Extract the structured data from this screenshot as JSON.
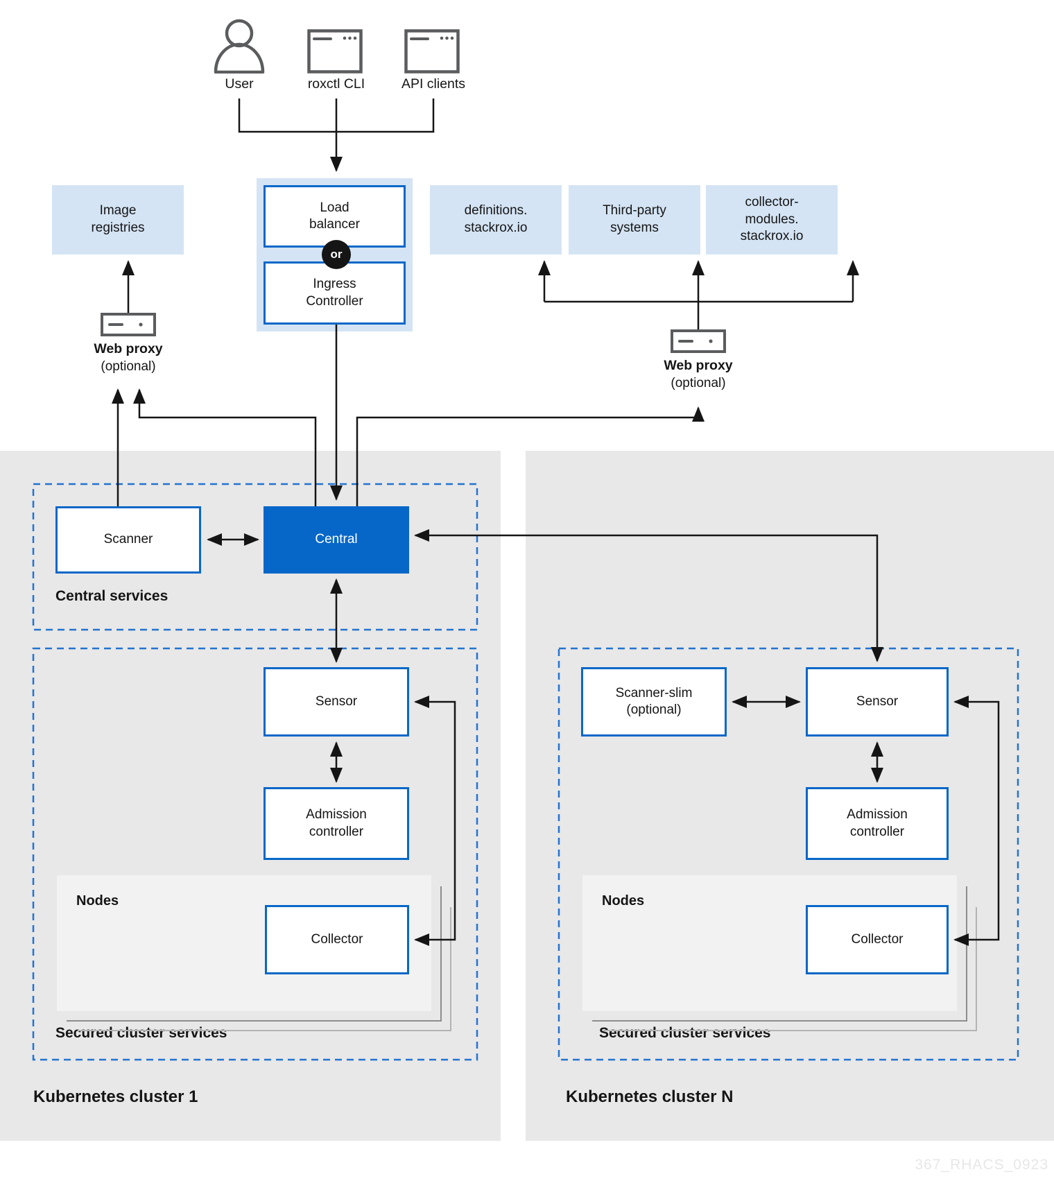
{
  "colors": {
    "accent_blue": "#0667c8",
    "light_blue": "#d4e4f4",
    "dashed_border_blue": "#2273d2",
    "cluster_panel_gray": "#e8e8e8",
    "nodes_panel_gray": "#f2f2f2",
    "line_black": "#151515",
    "icon_gray": "#5b5c5e",
    "watermark_gray": "#e7e7e7"
  },
  "clients": [
    {
      "label": "User",
      "icon": "user-icon"
    },
    {
      "label": "roxctl CLI",
      "icon": "terminal-window-icon"
    },
    {
      "label": "API clients",
      "icon": "api-window-icon"
    }
  ],
  "external": {
    "image_registries": "Image\nregistries",
    "definitions": "definitions.\nstackrox.io",
    "third_party": "Third-party\nsystems",
    "collector_modules": "collector-\nmodules.\nstackrox.io"
  },
  "gateway": {
    "load_balancer": "Load\nbalancer",
    "or": "or",
    "ingress": "Ingress\nController"
  },
  "web_proxy_left": {
    "title": "Web proxy",
    "subtitle": "(optional)"
  },
  "web_proxy_right": {
    "title": "Web proxy",
    "subtitle": "(optional)"
  },
  "central_services": {
    "title": "Central services",
    "scanner": "Scanner",
    "central": "Central"
  },
  "cluster1": {
    "title": "Kubernetes cluster 1",
    "secured": "Secured cluster services",
    "sensor": "Sensor",
    "admission": "Admission\ncontroller",
    "nodes": "Nodes",
    "collector": "Collector"
  },
  "clusterN": {
    "title": "Kubernetes cluster N",
    "secured": "Secured cluster services",
    "scanner_slim": "Scanner-slim\n(optional)",
    "sensor": "Sensor",
    "admission": "Admission\ncontroller",
    "nodes": "Nodes",
    "collector": "Collector"
  },
  "watermark": "367_RHACS_0923"
}
